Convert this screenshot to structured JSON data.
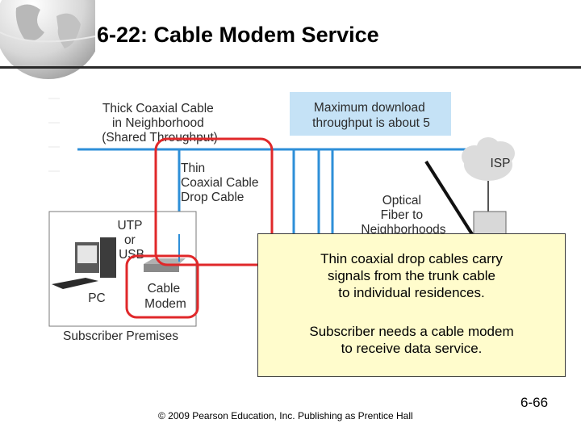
{
  "slide": {
    "title": "6-22: Cable Modem Service",
    "copyright": "© 2009 Pearson Education, Inc.  Publishing as Prentice Hall",
    "page_number": "6-66"
  },
  "figure": {
    "thick_cable_label": [
      "Thick Coaxial Cable",
      "in Neighborhood",
      "(Shared Throughput)"
    ],
    "download_box": [
      "Maximum download",
      "throughput is about 5"
    ],
    "thin_cable_label": [
      "Thin",
      "Coaxial Cable",
      "Drop Cable"
    ],
    "isp_label": "ISP",
    "optical_label": [
      "Optical",
      "Fiber to",
      "Neighborhoods"
    ],
    "utp_label": [
      "UTP",
      "or",
      "USB"
    ],
    "pc_label": "PC",
    "modem_label": [
      "Cable",
      "Modem"
    ],
    "premises_label": "Subscriber Premises"
  },
  "callout": {
    "paragraph1": "Thin coaxial drop cables carry\nsignals from the trunk cable\nto individual residences.",
    "paragraph2": "Subscriber needs a cable modem\nto receive data service."
  },
  "colors": {
    "cable_blue": "#2e8fd8",
    "highlight_red": "#e0282a",
    "download_box_fill": "#c5e2f6",
    "callout_fill": "#fffccc"
  }
}
